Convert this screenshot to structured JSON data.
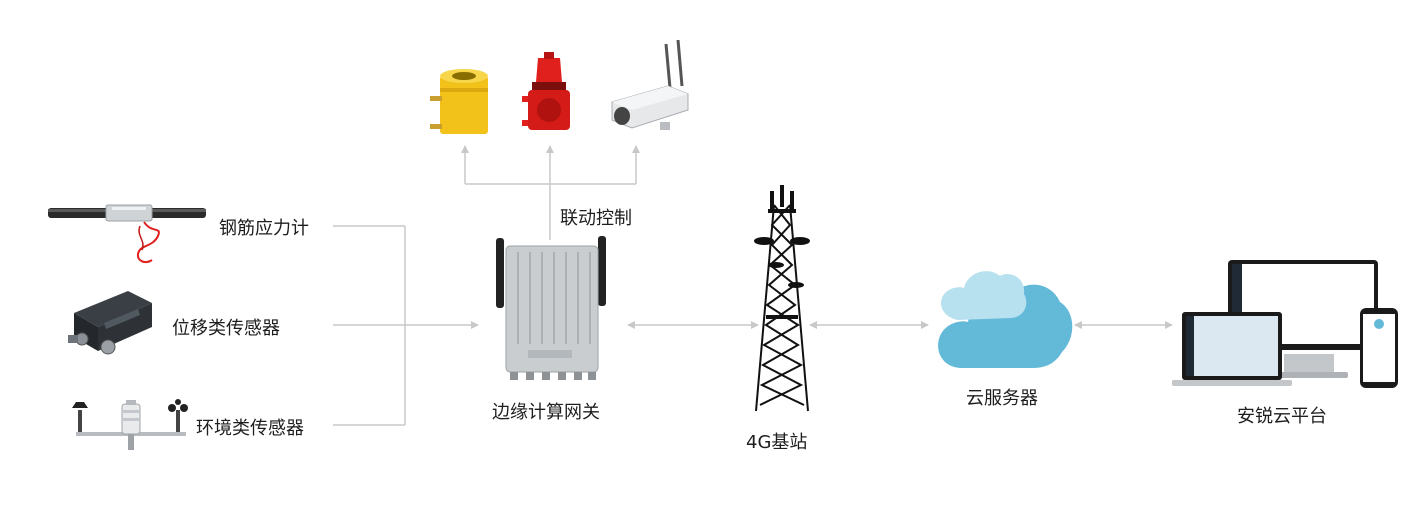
{
  "sensors": {
    "rebar_stress": "钢筋应力计",
    "displacement": "位移类传感器",
    "environment": "环境类传感器"
  },
  "linkage_control": "联动控制",
  "gateway": "边缘计算网关",
  "base_station": "4G基站",
  "cloud_server": "云服务器",
  "platform": "安锐云平台",
  "colors": {
    "connector_line": "#c8c8c8",
    "cloud_main": "#63b9d8",
    "cloud_light": "#b8e1f0",
    "jack_yellow": "#f2c21b",
    "alarm_red": "#e0201d"
  }
}
